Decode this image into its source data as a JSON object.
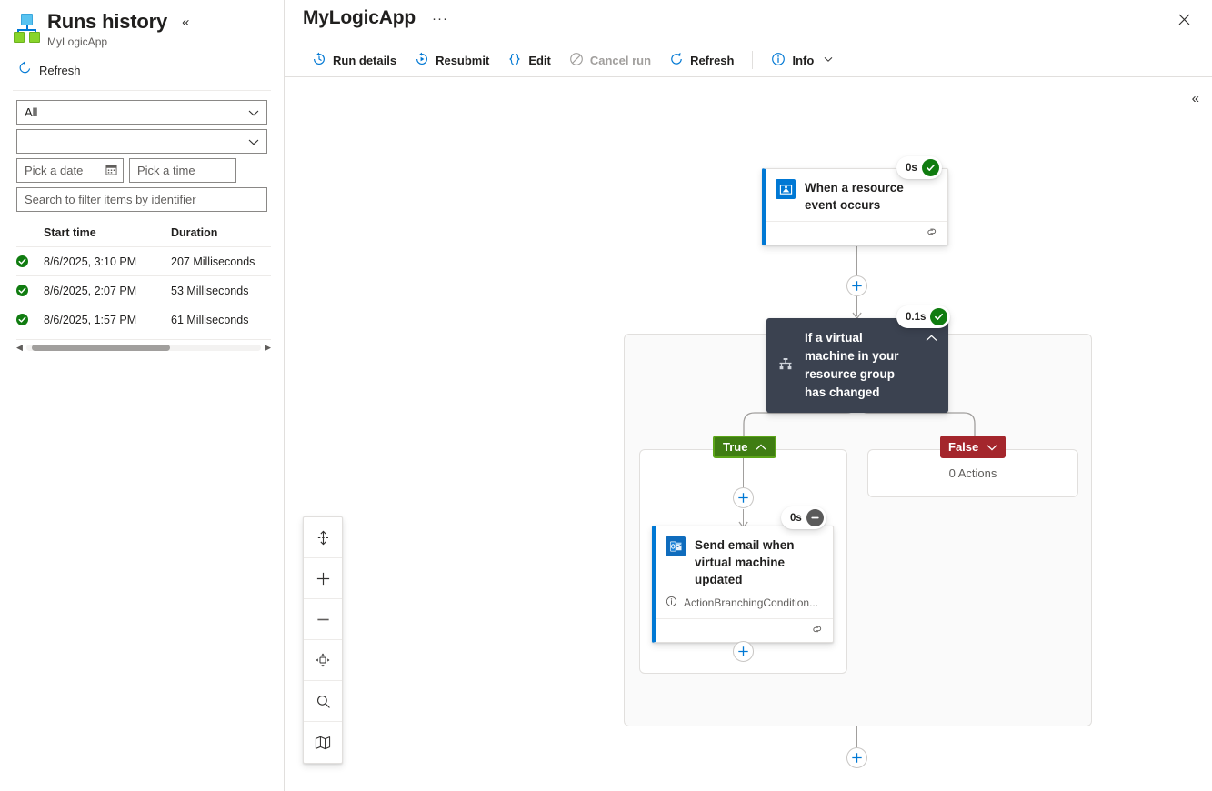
{
  "sidebar": {
    "icon_name": "logic-app-icon",
    "title": "Runs history",
    "subtitle": "MyLogicApp",
    "collapse_label": "«",
    "refresh_label": "Refresh",
    "filters": {
      "status_value": "All",
      "secondary_value": "",
      "date_placeholder": "Pick a date",
      "time_placeholder": "Pick a time",
      "search_placeholder": "Search to filter items by identifier"
    },
    "table": {
      "columns": [
        "Start time",
        "Duration"
      ],
      "rows": [
        {
          "status": "Succeeded",
          "start_time": "8/6/2025, 3:10 PM",
          "duration": "207 Milliseconds"
        },
        {
          "status": "Succeeded",
          "start_time": "8/6/2025, 2:07 PM",
          "duration": "53 Milliseconds"
        },
        {
          "status": "Succeeded",
          "start_time": "8/6/2025, 1:57 PM",
          "duration": "61 Milliseconds"
        }
      ]
    }
  },
  "main": {
    "title": "MyLogicApp",
    "more_label": "···",
    "close_label": "✕",
    "toolbar": [
      {
        "label": "Run details",
        "icon": "run-history-icon",
        "disabled": false
      },
      {
        "label": "Resubmit",
        "icon": "resubmit-icon",
        "disabled": false
      },
      {
        "label": "Edit",
        "icon": "code-braces-icon",
        "disabled": false
      },
      {
        "label": "Cancel run",
        "icon": "cancel-icon",
        "disabled": true
      },
      {
        "label": "Refresh",
        "icon": "refresh-icon",
        "disabled": false
      },
      {
        "label": "Info",
        "icon": "info-icon",
        "disabled": false
      }
    ],
    "canvas_collapse_label": "«"
  },
  "workflow": {
    "trigger": {
      "label": "When a resource event occurs",
      "icon": "event-grid-icon",
      "duration": "0s",
      "status": "succeeded"
    },
    "condition": {
      "label": "If a virtual machine in your resource group has changed",
      "icon": "branch-condition-icon",
      "duration": "0.1s",
      "status": "succeeded",
      "expanded": true
    },
    "branch_true": {
      "label": "True",
      "expanded": true,
      "action": {
        "label": "Send email when virtual machine updated",
        "icon": "outlook-icon",
        "status_text": "ActionBranchingCondition...",
        "duration": "0s",
        "status": "skipped"
      }
    },
    "branch_false": {
      "label": "False",
      "expanded": false,
      "empty_text": "0 Actions"
    }
  },
  "zoom_controls": [
    {
      "name": "fit-to-screen-icon",
      "label": "Fit to screen"
    },
    {
      "name": "zoom-in-icon",
      "label": "Zoom in"
    },
    {
      "name": "zoom-out-icon",
      "label": "Zoom out"
    },
    {
      "name": "pan-icon",
      "label": "Pan"
    },
    {
      "name": "search-icon",
      "label": "Search"
    },
    {
      "name": "minimap-icon",
      "label": "Minimap"
    }
  ],
  "colors": {
    "accent": "#0078d4",
    "success": "#107c10",
    "skipped": "#5a5a5a",
    "true_branch": "#3f7d12",
    "false_branch": "#a4262c",
    "condition_bg": "#3b4250"
  }
}
